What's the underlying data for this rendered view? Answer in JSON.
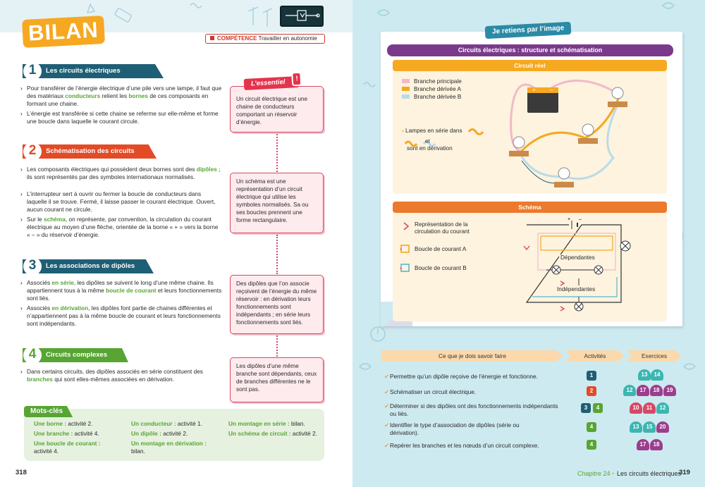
{
  "left": {
    "title": "BILAN",
    "competence": {
      "label": "COMPÉTENCE",
      "text": "Travailler en autonomie"
    },
    "essential_label": "L’essentiel",
    "essential_mark": "!",
    "sections": [
      {
        "number": "1",
        "title": "Les circuits électriques",
        "bullets": [
          {
            "before": "Pour transférer de l’énergie électrique d’une pile vers une lampe, il faut que des matériaux ",
            "term1": "conducteurs",
            "mid": " relient les ",
            "term2": "bornes",
            "after": " de ces composants en formant une chaine."
          },
          {
            "text": "L’énergie est transférée si cette chaine se referme sur elle-même et forme une boucle dans laquelle le courant circule."
          }
        ],
        "box": "Un circuit électrique est une chaine de conducteurs comportant un réservoir d’énergie."
      },
      {
        "number": "2",
        "title": "Schématisation des circuits",
        "bullets": [
          {
            "before": "Les composants électriques qui possèdent deux bornes sont des ",
            "term1": "dipôles",
            "after": " ; ils sont représentés par des symboles internationaux normalisés."
          },
          {
            "text": "L’interrupteur sert à ouvrir ou fermer la boucle de conducteurs dans laquelle il se trouve. Fermé, il laisse passer le courant électrique. Ouvert, aucun courant ne circule."
          },
          {
            "before": "Sur le ",
            "term1": "schéma",
            "after": ", on représente, par convention, la circulation du courant électrique au moyen d’une flèche, orientée de la borne « + » vers la borne « – » du réservoir d’énergie."
          }
        ],
        "box": "Un schéma est une représentation d’un circuit électrique qui utilise les symboles normalisés. Sa ou ses boucles prennent une forme rectangulaire."
      },
      {
        "number": "3",
        "title": "Les associations de dipôles",
        "bullets": [
          {
            "before": "Associés ",
            "term1": "en série",
            "mid": ", les dipôles se suivent le long d’une même chaine. Ils appartiennent tous à la même ",
            "term2": "boucle de courant",
            "after": " et leurs fonctionnements sont liés."
          },
          {
            "before": "Associés ",
            "term1": "en dérivation",
            "after": ", les dipôles font partie de chaines différentes et n’appartiennent pas à la même boucle de courant et leurs fonctionnements sont indépendants."
          }
        ],
        "box": "Des dipôles que l’on associe reçoivent de l’énergie du même réservoir : en dérivation leurs fonctionnements sont indépendants ; en série leurs fonctionnements sont liés."
      },
      {
        "number": "4",
        "title": "Circuits complexes",
        "bullets": [
          {
            "before": "Dans certains circuits, des dipôles associés en série constituent des ",
            "term1": "branches",
            "after": " qui sont elles-mêmes associées en dérivation."
          }
        ],
        "box": "Les dipôles d’une même branche sont dépendants, ceux de branches différentes ne le sont pas."
      }
    ],
    "mots_cles": {
      "title": "Mots-clés",
      "items": [
        {
          "term": "Une borne :",
          "ref": "activité 2."
        },
        {
          "term": "Une branche :",
          "ref": "activité 4."
        },
        {
          "term": "Une boucle de courant :",
          "ref": "activité 4."
        },
        {
          "term": "Un conducteur :",
          "ref": "activité 1."
        },
        {
          "term": "Un dipôle :",
          "ref": "activité 2."
        },
        {
          "term": "Un montage en dérivation :",
          "ref": "bilan."
        },
        {
          "term": "Un montage en série :",
          "ref": "bilan."
        },
        {
          "term": "Un schéma de circuit :",
          "ref": "activité 2."
        }
      ]
    },
    "page_number": "318"
  },
  "right": {
    "retiens": "Je retiens par l’image",
    "main_title": "Circuits électriques : structure et schématisation",
    "real_title": "Circuit réel",
    "legend": [
      {
        "label": "Branche principale",
        "color": "#f2b9c8"
      },
      {
        "label": "Branche dérivée A",
        "color": "#f6a821"
      },
      {
        "label": "Branche dérivée B",
        "color": "#b8dbe8"
      }
    ],
    "lamps_series": "Lampes en série dans",
    "lamps_and": "et",
    "lamps_derivation": "sont en dérivation",
    "schema_title": "Schéma",
    "schema_legend": [
      "Représentation de la circulation du courant",
      "Boucle de courant A",
      "Boucle de courant B"
    ],
    "dependantes": "Dépendantes",
    "independantes": "Indépendantes",
    "table": {
      "h1": "Ce que je dois savoir faire",
      "h2": "Activités",
      "h3": "Exercices",
      "rows": [
        {
          "text": "Permettre qu’un dipôle reçoive de l’énergie et fonctionne.",
          "acts": [
            "1"
          ],
          "exs": [
            "13",
            "14"
          ]
        },
        {
          "text": "Schématiser un circuit électrique.",
          "acts": [
            "2"
          ],
          "exs": [
            "12",
            "17",
            "18",
            "19"
          ]
        },
        {
          "text": "Déterminer si des dipôles ont des fonctionnements indépendants ou liés.",
          "acts": [
            "3",
            "4"
          ],
          "exs": [
            "10",
            "11",
            "12"
          ]
        },
        {
          "text": "Identifier le type d’association de dipôles (série ou dérivation).",
          "acts": [
            "4"
          ],
          "exs": [
            "13",
            "15",
            "20"
          ]
        },
        {
          "text": "Repérer les branches et les nœuds d’un circuit complexe.",
          "acts": [
            "4"
          ],
          "exs": [
            "17",
            "18"
          ]
        }
      ]
    },
    "footer_chapter": "Chapitre 24",
    "footer_title": "Les circuits électriques",
    "page_number": "319"
  },
  "colors": {
    "blue": "#1f5f75",
    "red": "#d2372c",
    "green": "#58a533",
    "orange": "#f6a821",
    "pink": "#d94766",
    "purple": "#7a3a8c"
  }
}
